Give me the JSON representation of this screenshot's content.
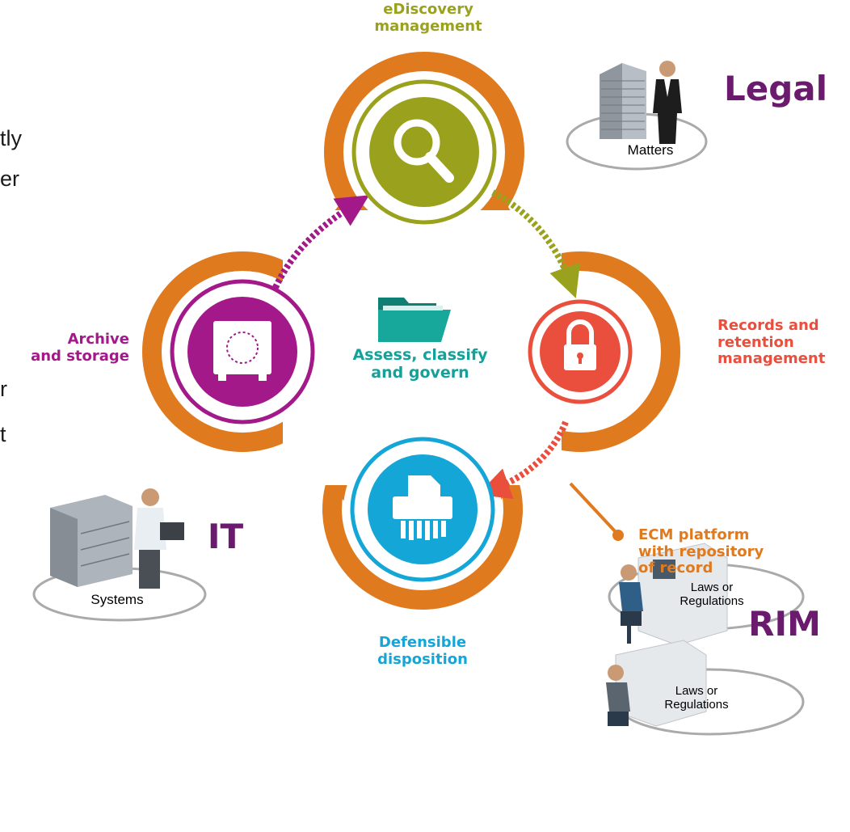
{
  "left_fragments": [
    "tly",
    "er",
    "r",
    "t"
  ],
  "nodes": {
    "ediscovery": {
      "label_line1": "eDiscovery",
      "label_line2": "management",
      "color": "#9aa21d",
      "icon": "magnifier-icon"
    },
    "records": {
      "label_line1": "Records and",
      "label_line2": "retention",
      "label_line3": "management",
      "color": "#ea4e3d",
      "icon": "padlock-icon"
    },
    "disposition": {
      "label_line1": "Defensible",
      "label_line2": "disposition",
      "color": "#14a6d6",
      "icon": "shredder-icon"
    },
    "archive": {
      "label_line1": "Archive",
      "label_line2": "and storage",
      "color": "#a3198a",
      "icon": "safe-icon"
    }
  },
  "center": {
    "label_line1": "Assess, classify",
    "label_line2": "and govern",
    "color": "#13a199",
    "icon": "folder-icon"
  },
  "platform": {
    "label_line1": "ECM platform",
    "label_line2": "with repository",
    "label_line3": "of record",
    "color": "#e07a1f"
  },
  "personas": {
    "legal": {
      "title": "Legal",
      "sub": "Matters",
      "color": "#6b1b6e"
    },
    "it": {
      "title": "IT",
      "sub": "Systems",
      "color": "#6b1b6e"
    },
    "rim": {
      "title": "RIM",
      "sub_top": "Laws or Regulations",
      "sub_bottom": "Laws or Regulations",
      "color": "#6b1b6e"
    }
  }
}
